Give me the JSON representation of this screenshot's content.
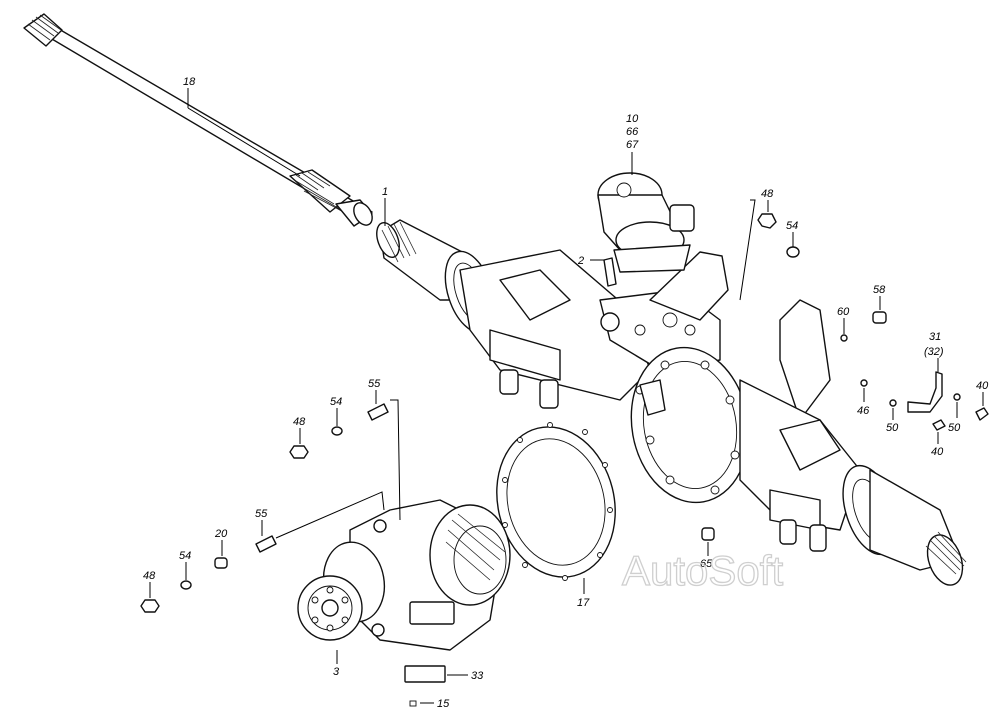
{
  "diagram": {
    "watermark": "AutoSoft",
    "callouts": {
      "c18": "18",
      "c1": "1",
      "c10": "10",
      "c66": "66",
      "c67": "67",
      "c2": "2",
      "c48a": "48",
      "c54a": "54",
      "c58": "58",
      "c60": "60",
      "c31": "31",
      "c32": "(32)",
      "c46": "46",
      "c50a": "50",
      "c50b": "50",
      "c40a": "40",
      "c40b": "40",
      "c55a": "55",
      "c54b": "54",
      "c48b": "48",
      "c55b": "55",
      "c20": "20",
      "c54c": "54",
      "c48c": "48",
      "c3": "3",
      "c33": "33",
      "c15": "15",
      "c17": "17",
      "c65": "65"
    }
  }
}
